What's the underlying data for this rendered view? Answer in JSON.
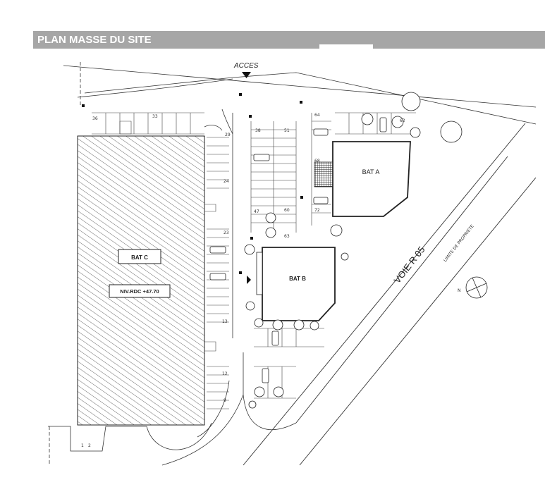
{
  "header": {
    "title": "PLAN MASSE DU SITE"
  },
  "plan": {
    "access_label": "ACCES",
    "road_label": "VOIE R 05",
    "boundary_label": "LIMITE DE PROPRIETE",
    "north_label": "N",
    "buildings": [
      {
        "id": "bat-a",
        "label": "BAT A"
      },
      {
        "id": "bat-b",
        "label": "BAT B"
      },
      {
        "id": "bat-c",
        "label": "BAT C",
        "level_label": "NIV.RDC +47.70"
      }
    ],
    "parking_numbers": [
      "36",
      "33",
      "29",
      "24",
      "23",
      "13",
      "12",
      "9",
      "38",
      "51",
      "47",
      "60",
      "63",
      "64",
      "68",
      "72",
      "62",
      "1",
      "2"
    ]
  },
  "colors": {
    "header_bg": "#a6a6a6",
    "line": "#333333"
  }
}
